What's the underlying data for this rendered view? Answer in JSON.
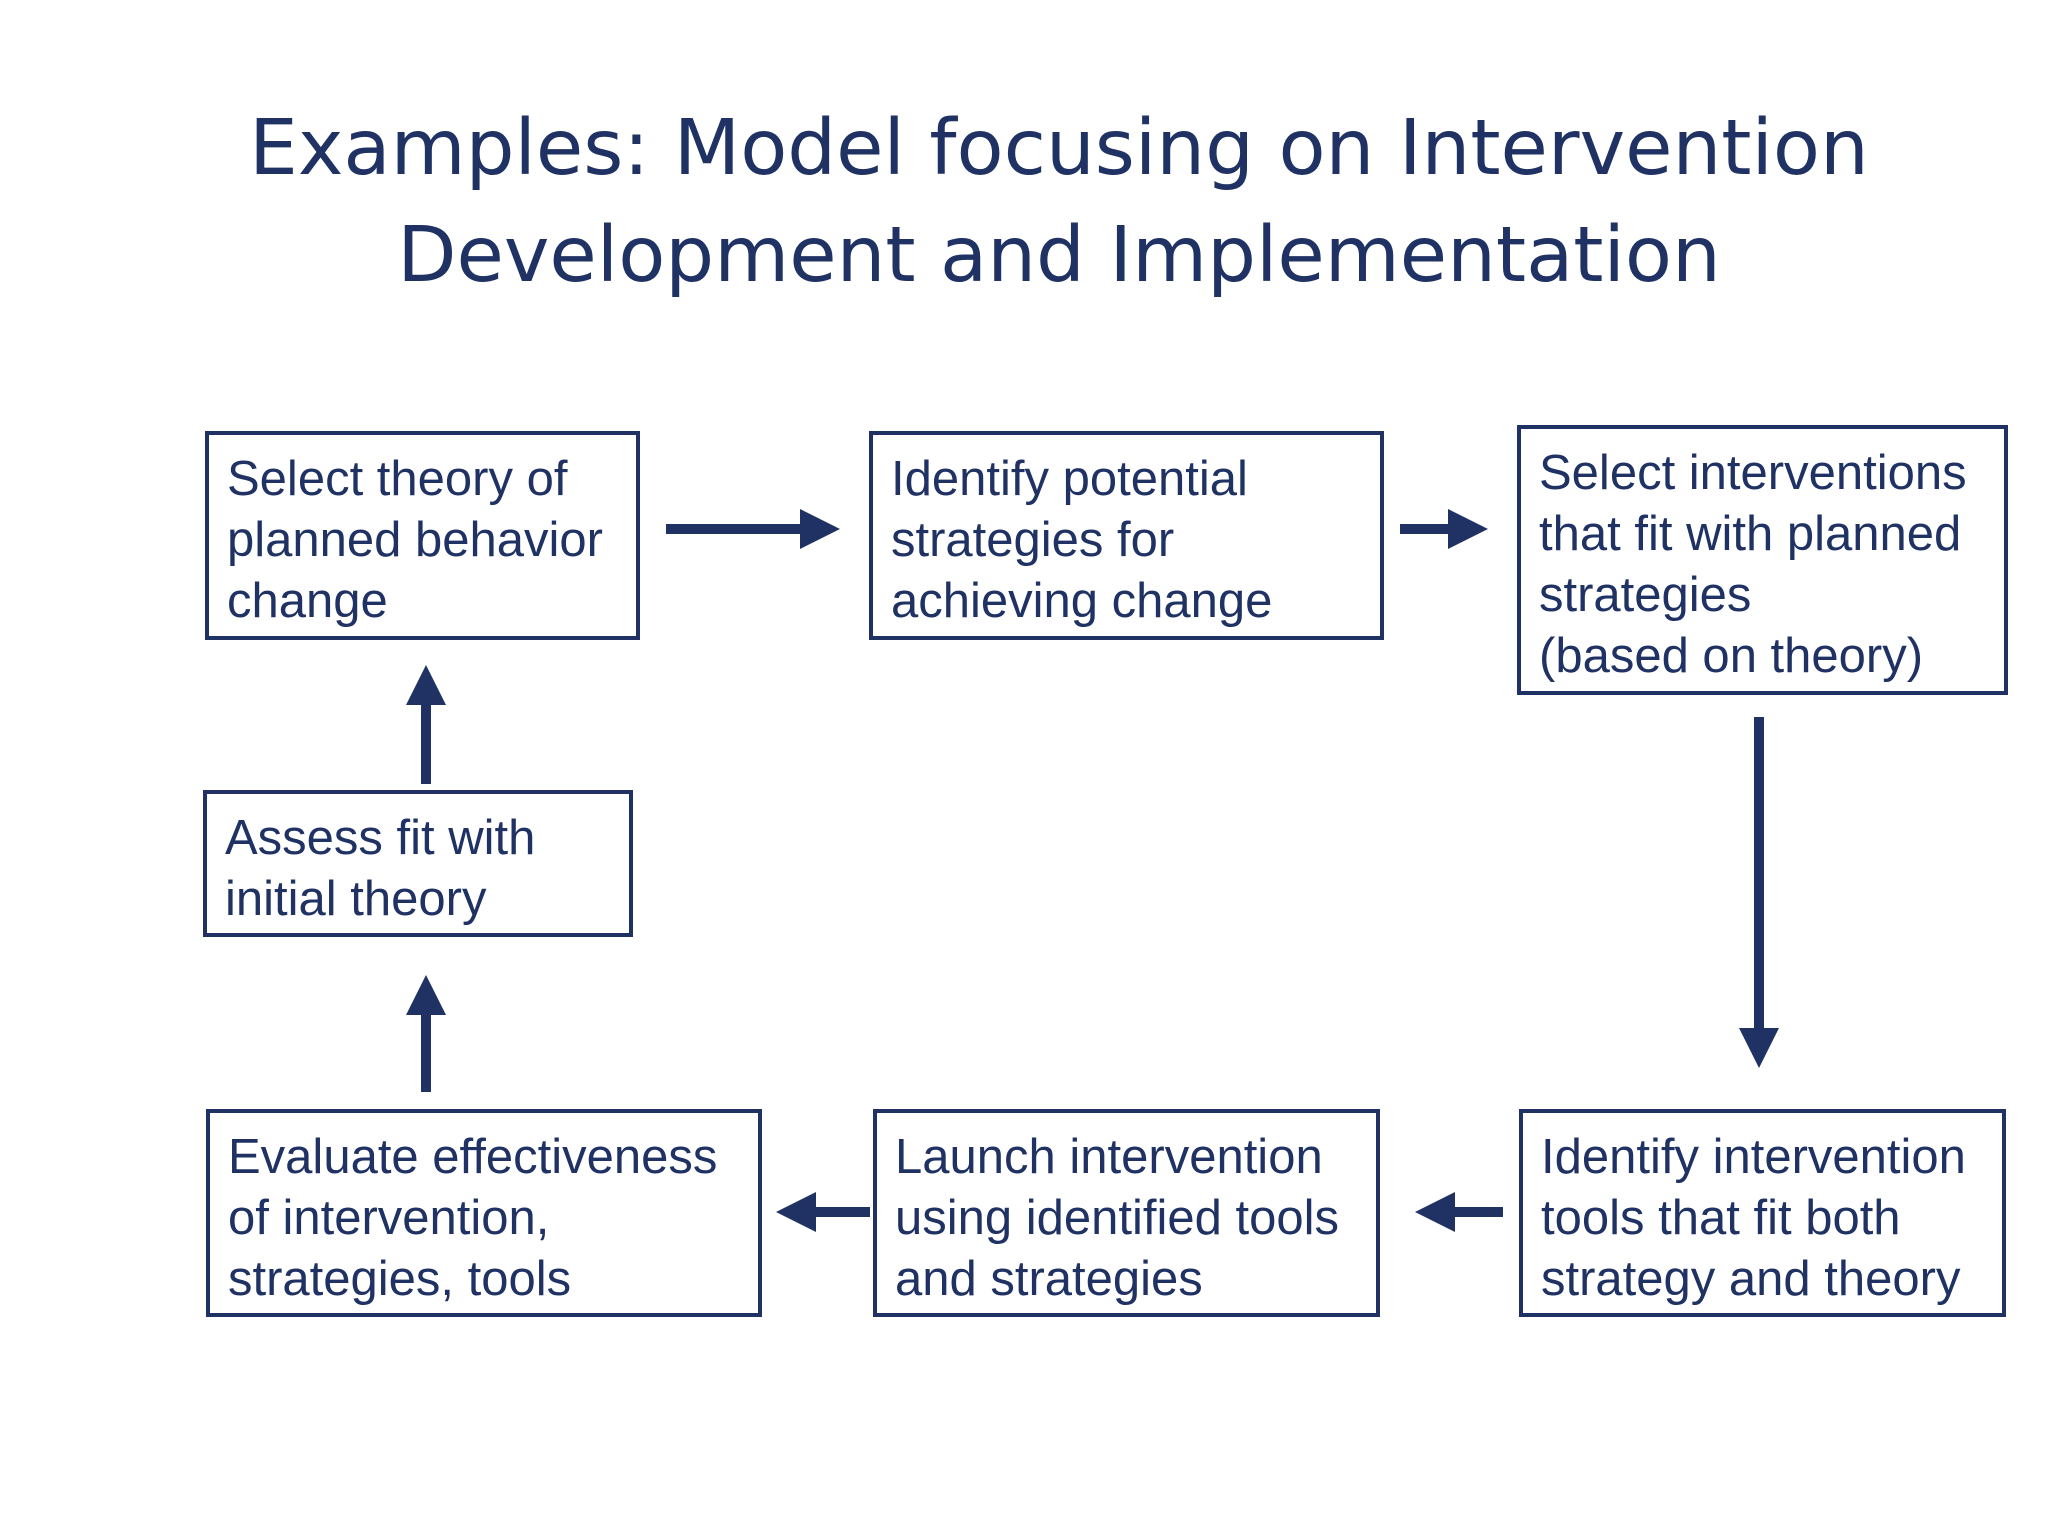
{
  "slide": {
    "title_line1": "Examples: Model focusing on Intervention",
    "title_line2": "Development and Implementation"
  },
  "boxes": {
    "select_theory": "Select theory of\nplanned behavior\nchange",
    "identify_strategies": "Identify potential\nstrategies for\nachieving change",
    "select_interventions": "Select interventions\nthat fit with planned\nstrategies\n(based on theory)",
    "identify_tools": "Identify intervention\ntools that fit both\nstrategy and theory",
    "launch_intervention": "Launch intervention\nusing identified tools\nand strategies",
    "evaluate_effectiveness": "Evaluate effectiveness\nof intervention,\nstrategies, tools",
    "assess_fit": "Assess fit with\ninitial theory"
  },
  "colors": {
    "accent": "#1f3263",
    "background": "#ffffff"
  }
}
